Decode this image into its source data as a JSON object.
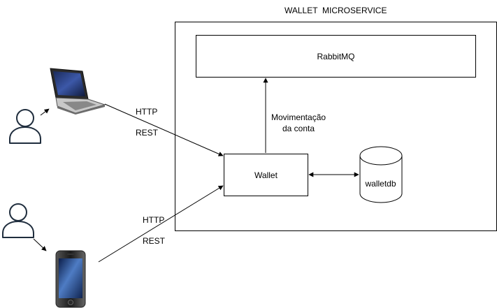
{
  "diagram": {
    "container_title": "WALLET  MICROSERVICE",
    "rabbitmq_label": "RabbitMQ",
    "wallet_label": "Wallet",
    "db_label": "walletdb",
    "movement_label_line1": "Movimentação",
    "movement_label_line2": "da conta",
    "laptop_conn": {
      "line1": "HTTP",
      "line2": "REST"
    },
    "phone_conn": {
      "line1": "HTTP",
      "line2": "REST"
    }
  },
  "icons": [
    "user-icon",
    "laptop-icon",
    "smartphone-icon",
    "database-icon"
  ]
}
